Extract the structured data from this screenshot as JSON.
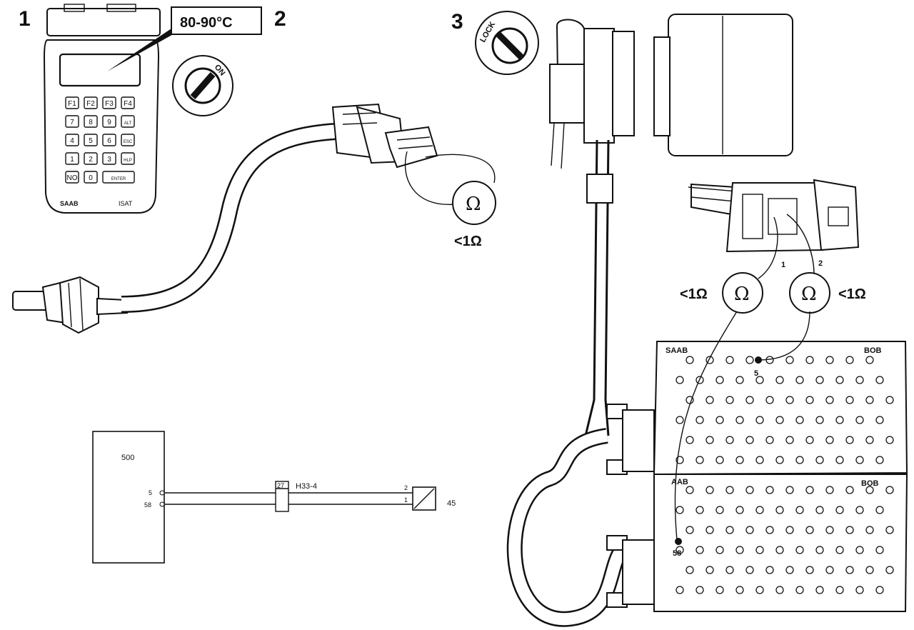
{
  "steps": {
    "s1": "1",
    "s2": "2",
    "s3": "3"
  },
  "tester": {
    "temp_callout": "80-90°C",
    "brand": "SAAB",
    "model": "ISAT",
    "keys": [
      "F1",
      "F2",
      "F3",
      "F4",
      "7",
      "8",
      "9",
      "ALT",
      "4",
      "5",
      "6",
      "ESC",
      "1",
      "2",
      "3",
      "HLP",
      "NO",
      "0",
      "ENTER"
    ]
  },
  "ignition": {
    "on_label": "ON",
    "lock_label": "LOCK"
  },
  "measure": {
    "ohm_symbol": "Ω",
    "less_than_1_ohm": "<1Ω",
    "sensor_pin_1": "1",
    "sensor_pin_2": "2"
  },
  "bob": {
    "top_brand": "SAAB",
    "top_label": "BOB",
    "bottom_brand": "AAB",
    "bottom_label": "BOB",
    "pin_5": "5",
    "pin_58": "58"
  },
  "wiring": {
    "ecu_number": "500",
    "pin_5": "5",
    "pin_58": "58",
    "connector_pos": "27",
    "connector_id": "H33-4",
    "sensor_pin_2": "2",
    "sensor_pin_1": "1",
    "sensor_number": "45"
  }
}
